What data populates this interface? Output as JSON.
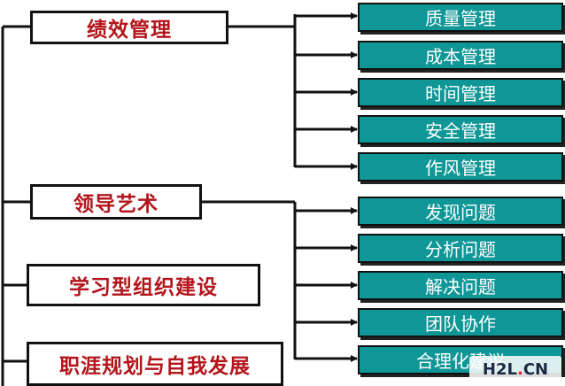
{
  "categories": [
    {
      "label": "绩效管理",
      "items": [
        "质量管理",
        "成本管理",
        "时间管理",
        "安全管理",
        "作风管理"
      ]
    },
    {
      "label": "领导艺术",
      "items": [
        "发现问题",
        "分析问题",
        "解决问题",
        "团队协作",
        "合理化建议"
      ]
    },
    {
      "label": "学习型组织建设",
      "items": []
    },
    {
      "label": "职涯规划与自我发展",
      "items": []
    }
  ],
  "watermark": {
    "part1": "H2L",
    "accent": ".",
    "part2": "CN"
  },
  "colors": {
    "item_fill": "#0f9696",
    "category_text": "#b3151b",
    "line": "#111111"
  }
}
